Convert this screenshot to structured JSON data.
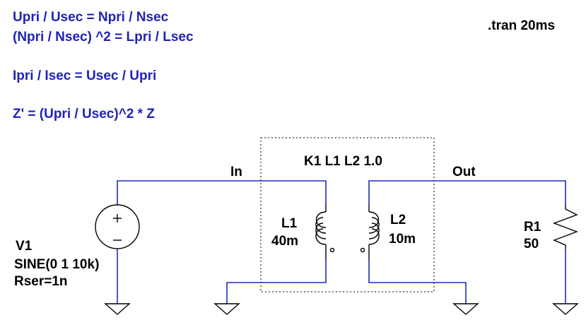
{
  "directives": {
    "line1": "Upri / Usec = Npri / Nsec",
    "line2": "(Npri / Nsec) ^2 = Lpri / Lsec",
    "line3": "Ipri / Isec = Usec / Upri",
    "line4": "Z' = (Upri / Usec)^2 * Z",
    "tran": ".tran 20ms",
    "coupling": "K1 L1 L2 1.0"
  },
  "nets": {
    "in": "In",
    "out": "Out"
  },
  "v1": {
    "name": "V1",
    "value": "SINE(0 1 10k)",
    "rser": "Rser=1n",
    "plus": "+",
    "minus": "−"
  },
  "l1": {
    "name": "L1",
    "value": "40m"
  },
  "l2": {
    "name": "L2",
    "value": "10m"
  },
  "r1": {
    "name": "R1",
    "value": "50"
  },
  "colors": {
    "wire": "#1f2bb8",
    "text_blue": "#1f22b8",
    "component": "#000000"
  },
  "icons": {
    "source": "voltage-source-icon",
    "ground": "ground-icon",
    "inductor": "inductor-icon",
    "resistor": "resistor-icon"
  }
}
